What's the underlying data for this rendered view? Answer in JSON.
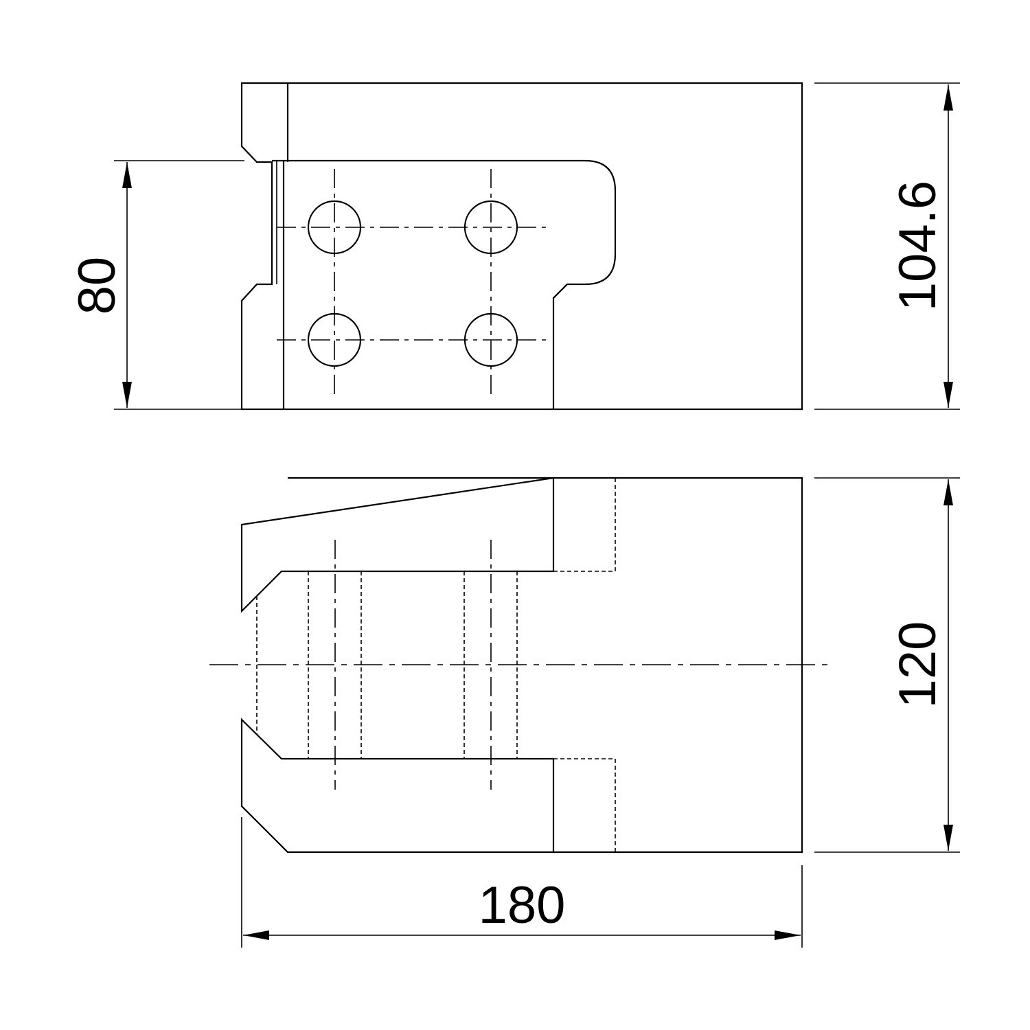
{
  "dimensions": {
    "height_top_view": "104.6",
    "step_height": "80",
    "width_bottom_view": "120",
    "overall_length": "180"
  }
}
